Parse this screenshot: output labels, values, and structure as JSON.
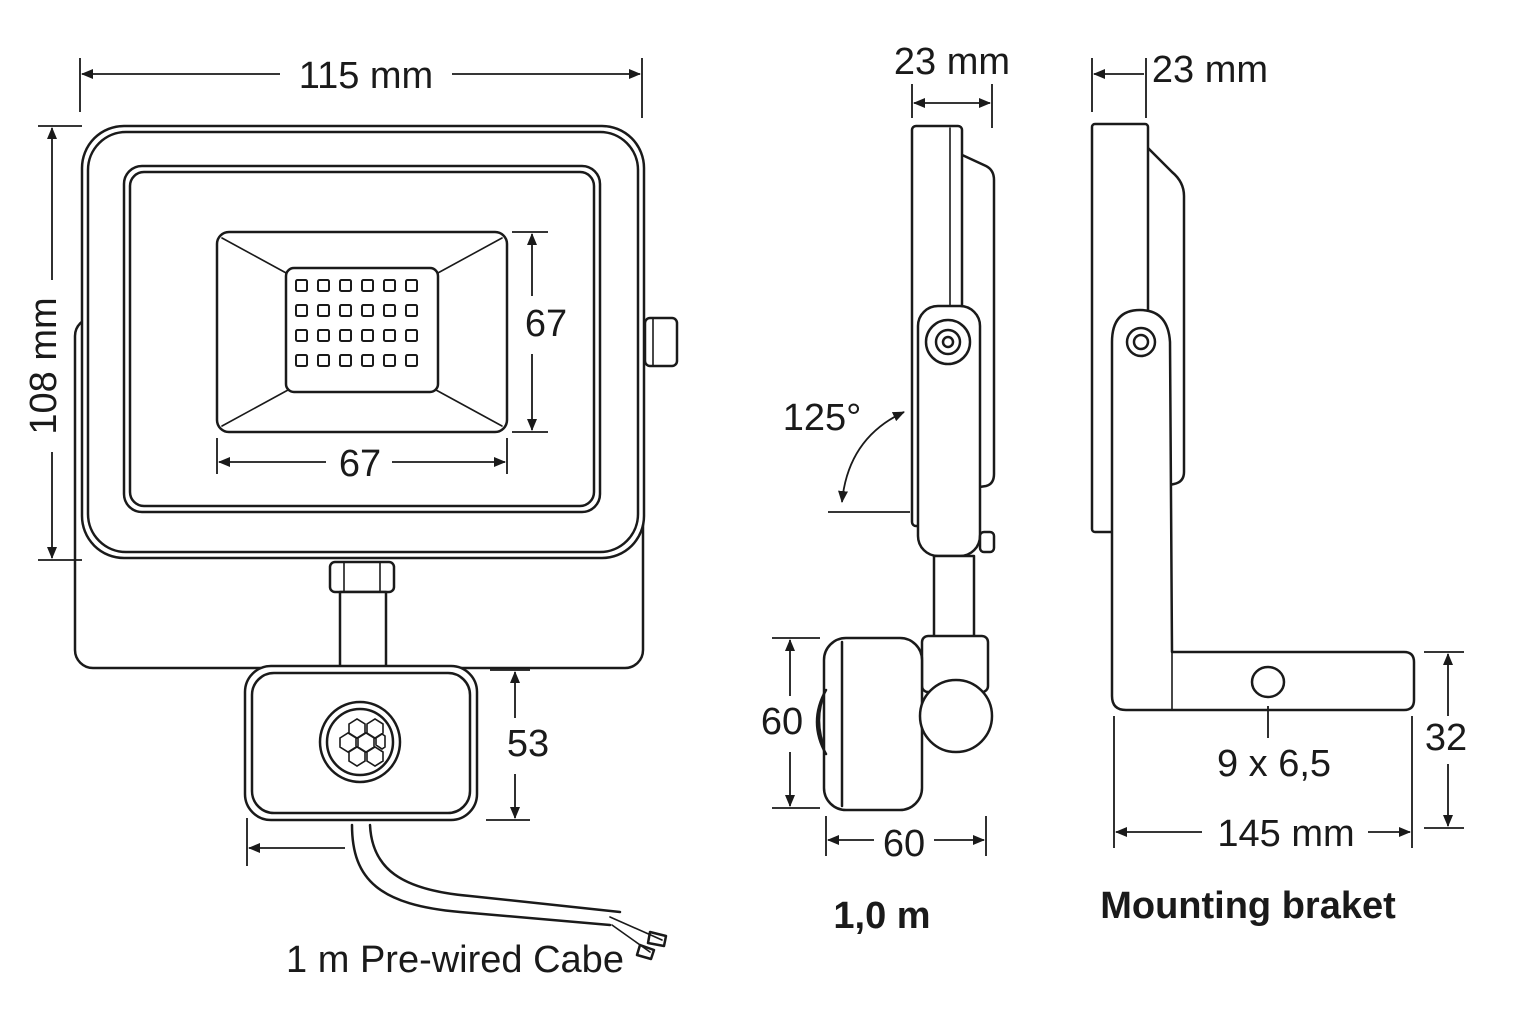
{
  "front_view": {
    "width_label": "115 mm",
    "height_label": "108 mm",
    "led_height_label": "67",
    "led_width_label": "67",
    "sensor_drop_label": "53",
    "cable_label": "1 m Pre-wired Cabe"
  },
  "side_view": {
    "depth_label": "23 mm",
    "angle_label": "125°",
    "sensor_height_label": "60",
    "sensor_width_label": "60",
    "cable_label": "1,0 m"
  },
  "bracket_view": {
    "depth_label": "23 mm",
    "hole_label": "9 x 6,5",
    "bracket_height_label": "32",
    "length_label": "145 mm",
    "title": "Mounting braket"
  },
  "colors": {
    "line": "#1a1a1a",
    "background": "#ffffff"
  },
  "icons": [
    "dimension-arrow-icon",
    "led-chip-icon",
    "pir-lens-icon",
    "hinge-screw-icon"
  ]
}
